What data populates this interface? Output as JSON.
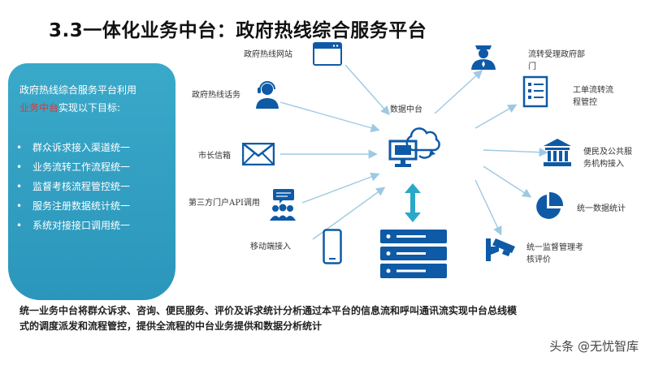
{
  "title": "3.3一体化业务中台：政府热线综合服务平台",
  "goals_panel": {
    "intro_prefix": "政府热线综合服务平台利用",
    "intro_highlight": "业务中台",
    "intro_suffix": "实现以下目标:",
    "items": [
      "群众诉求接入渠道统一",
      "业务流转工作流程统一",
      "监督考核流程管控统一",
      "服务注册数据统计统一",
      "系统对接接口调用统一"
    ],
    "bullet": "•"
  },
  "inputs": {
    "website": "政府热线网站",
    "phone": "政府热线话务",
    "mayor_mail": "市长信箱",
    "third_party_api": "第三方门户API调用",
    "mobile": "移动端接入"
  },
  "center": {
    "label": "数据中台"
  },
  "outputs": {
    "depts": "流转受理政府部门",
    "workflow": "工单流转流程管控",
    "public_service": "便民及公共服务机构接入",
    "stats": "统一数据统计",
    "supervision": "统一监督管理考核评价"
  },
  "bottom_text": "统一业务中台将群众诉求、咨询、便民服务、评价及诉求统计分析通过本平台的信息流和呼叫通讯流实现中台总线模式的调度派发和流程管控，提供全流程的中台业务提供和数据分析统计",
  "watermark": "头条 @无忧智库",
  "colors": {
    "accent": "#2b96bb",
    "icon_blue": "#0e5aa7",
    "arrow": "#9ec9e3",
    "highlight": "#d63b3b"
  }
}
